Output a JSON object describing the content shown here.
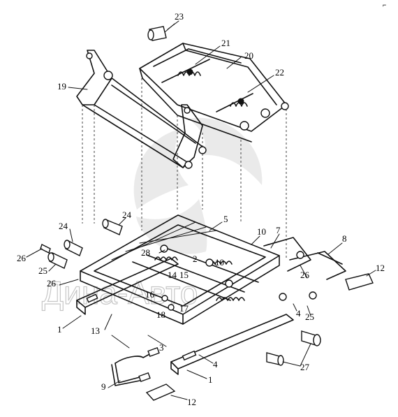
{
  "watermark": {
    "text": "Дина-Авто",
    "symbol": "triad-logo"
  },
  "corner_mark": "⌐",
  "callouts": [
    {
      "id": "c23",
      "text": "23"
    },
    {
      "id": "c21",
      "text": "21"
    },
    {
      "id": "c20",
      "text": "20"
    },
    {
      "id": "c22",
      "text": "22"
    },
    {
      "id": "c19",
      "text": "19"
    },
    {
      "id": "c24a",
      "text": "24"
    },
    {
      "id": "c24b",
      "text": "24"
    },
    {
      "id": "c5",
      "text": "5"
    },
    {
      "id": "c10a",
      "text": "10"
    },
    {
      "id": "c7",
      "text": "7"
    },
    {
      "id": "c8",
      "text": "8"
    },
    {
      "id": "c26a",
      "text": "26"
    },
    {
      "id": "c25a",
      "text": "25"
    },
    {
      "id": "c28",
      "text": "28"
    },
    {
      "id": "c2",
      "text": "2"
    },
    {
      "id": "c10b",
      "text": "10"
    },
    {
      "id": "c12a",
      "text": "12"
    },
    {
      "id": "c26b",
      "text": "26"
    },
    {
      "id": "c14",
      "text": "14"
    },
    {
      "id": "c15",
      "text": "15"
    },
    {
      "id": "c26c",
      "text": "26"
    },
    {
      "id": "c16",
      "text": "16"
    },
    {
      "id": "c17",
      "text": "17"
    },
    {
      "id": "c18",
      "text": "18"
    },
    {
      "id": "c4a",
      "text": "4"
    },
    {
      "id": "c25b",
      "text": "25"
    },
    {
      "id": "c1a",
      "text": "1"
    },
    {
      "id": "c13",
      "text": "13"
    },
    {
      "id": "c3",
      "text": "3"
    },
    {
      "id": "c4b",
      "text": "4"
    },
    {
      "id": "c27",
      "text": "27"
    },
    {
      "id": "c9",
      "text": "9"
    },
    {
      "id": "c1b",
      "text": "1"
    },
    {
      "id": "c12b",
      "text": "12"
    }
  ]
}
